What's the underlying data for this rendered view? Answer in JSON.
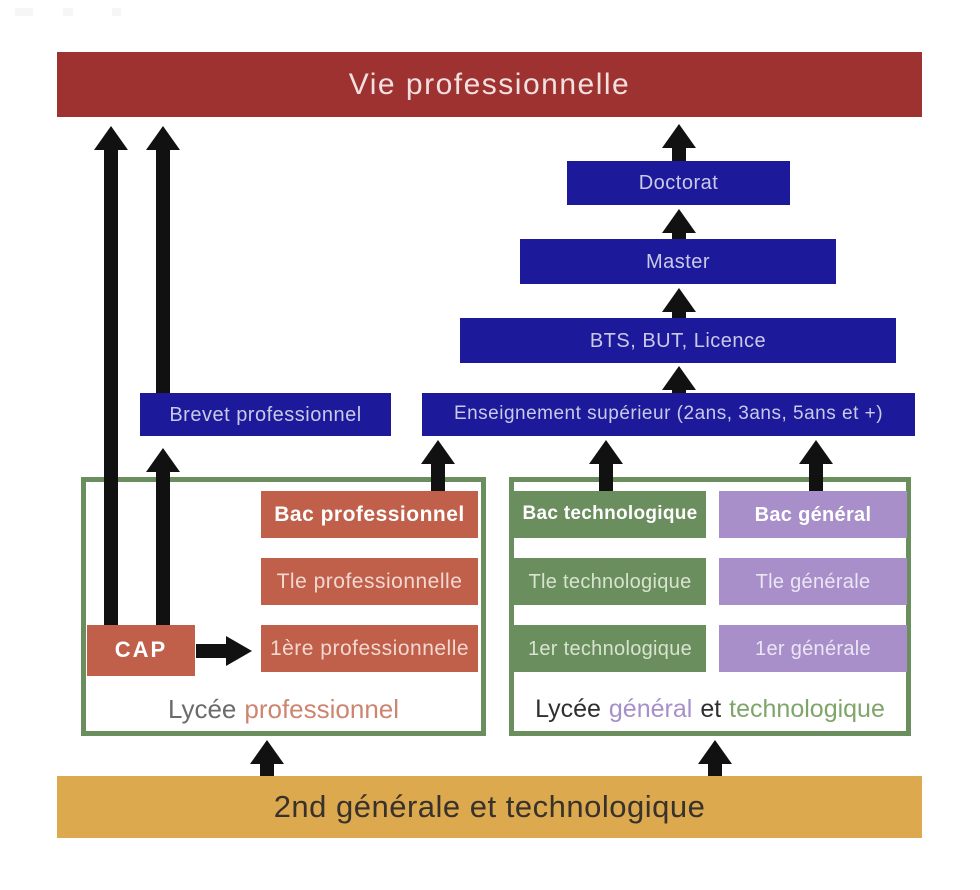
{
  "banners": {
    "vie_professionnelle": "Vie professionnelle",
    "seconde": "2nd générale et technologique"
  },
  "higher_education": {
    "doctorat": "Doctorat",
    "master": "Master",
    "bts_but_licence": "BTS, BUT, Licence",
    "enseignement_superieur": "Enseignement supérieur (2ans, 3ans, 5ans et +)",
    "brevet_professionnel": "Brevet professionnel"
  },
  "lycee_professionnel": {
    "bac_professionnel": "Bac professionnel",
    "tle_professionnelle": "Tle professionnelle",
    "premiere_professionnelle": "1ère professionnelle",
    "cap": "CAP",
    "caption": {
      "lycee": "Lycée",
      "professionnel": "professionnel"
    }
  },
  "lycee_general_technologique": {
    "bac_technologique": "Bac technologique",
    "bac_general": "Bac général",
    "tle_technologique": "Tle technologique",
    "tle_generale": "Tle générale",
    "premiere_technologique": "1er technologique",
    "premiere_generale": "1er générale",
    "caption": {
      "lycee": "Lycée",
      "general": "général",
      "et": "et",
      "technologique": "technologique"
    }
  },
  "colors": {
    "red": "#9e3231",
    "blue": "#1c1a9a",
    "terracotta": "#c0604b",
    "green": "#6b8e5e",
    "purple": "#a88fc9",
    "yellow": "#dca94f",
    "black": "#111111",
    "caption-gray": "#6b6b6b",
    "caption-salmon": "#cd8570",
    "caption-dark": "#2f2f2f",
    "caption-purple": "#a78fca",
    "caption-green": "#7fa569"
  }
}
